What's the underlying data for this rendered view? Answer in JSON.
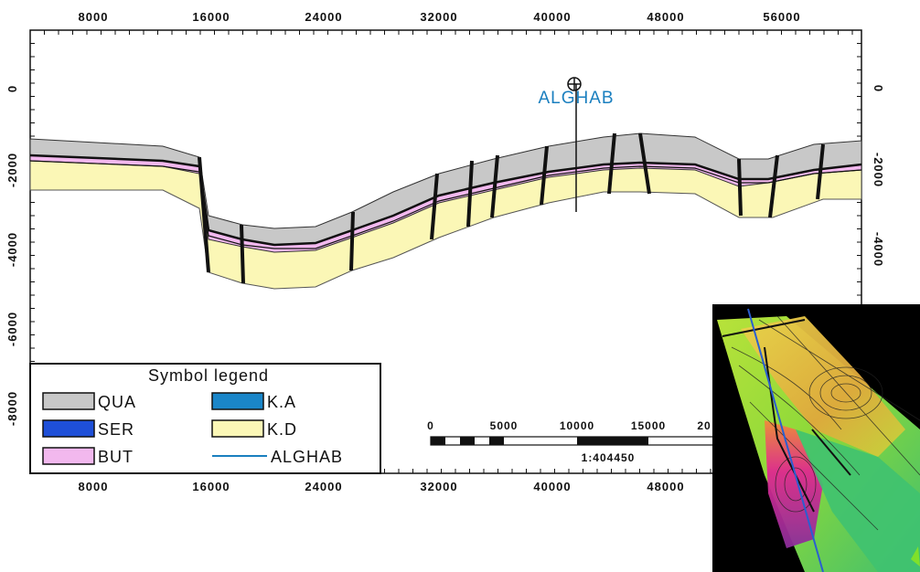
{
  "section": {
    "x_ticks_top": [
      "8000",
      "16000",
      "24000",
      "32000",
      "40000",
      "48000",
      "56000"
    ],
    "x_ticks_bottom": [
      "8000",
      "16000",
      "24000",
      "32000",
      "40000",
      "48000"
    ],
    "y_ticks_left": [
      "0",
      "-2000",
      "-4000",
      "-6000",
      "-8000"
    ],
    "y_ticks_right": [
      "0",
      "-2000",
      "-4000"
    ],
    "well": {
      "name": "ALGHAB",
      "color": "#1a7fbf"
    },
    "layers": [
      {
        "name": "QUA",
        "color": "#c8c8c8"
      },
      {
        "name": "SER",
        "color": "#1e4fd8"
      },
      {
        "name": "BUT",
        "color": "#f2b8ee"
      },
      {
        "name": "K.A",
        "color": "#1a86c9"
      },
      {
        "name": "K.D",
        "color": "#fbf7b6"
      }
    ]
  },
  "legend": {
    "title": "Symbol legend",
    "items": [
      {
        "label": "QUA",
        "color": "#c8c8c8",
        "kind": "box"
      },
      {
        "label": "K.A",
        "color": "#1a86c9",
        "kind": "box"
      },
      {
        "label": "SER",
        "color": "#1e4fd8",
        "kind": "box"
      },
      {
        "label": "K.D",
        "color": "#fbf7b6",
        "kind": "box"
      },
      {
        "label": "BUT",
        "color": "#f2b8ee",
        "kind": "box"
      },
      {
        "label": "ALGHAB",
        "color": "#1a7fbf",
        "kind": "line"
      }
    ]
  },
  "scalebar": {
    "labels": [
      "0",
      "5000",
      "10000",
      "15000",
      "20"
    ],
    "ratio": "1:404450"
  },
  "inset_map": {
    "background": "#000000",
    "colors": [
      "#7fe02b",
      "#d9e832",
      "#f0a43a",
      "#e0288f",
      "#3fc270"
    ]
  }
}
